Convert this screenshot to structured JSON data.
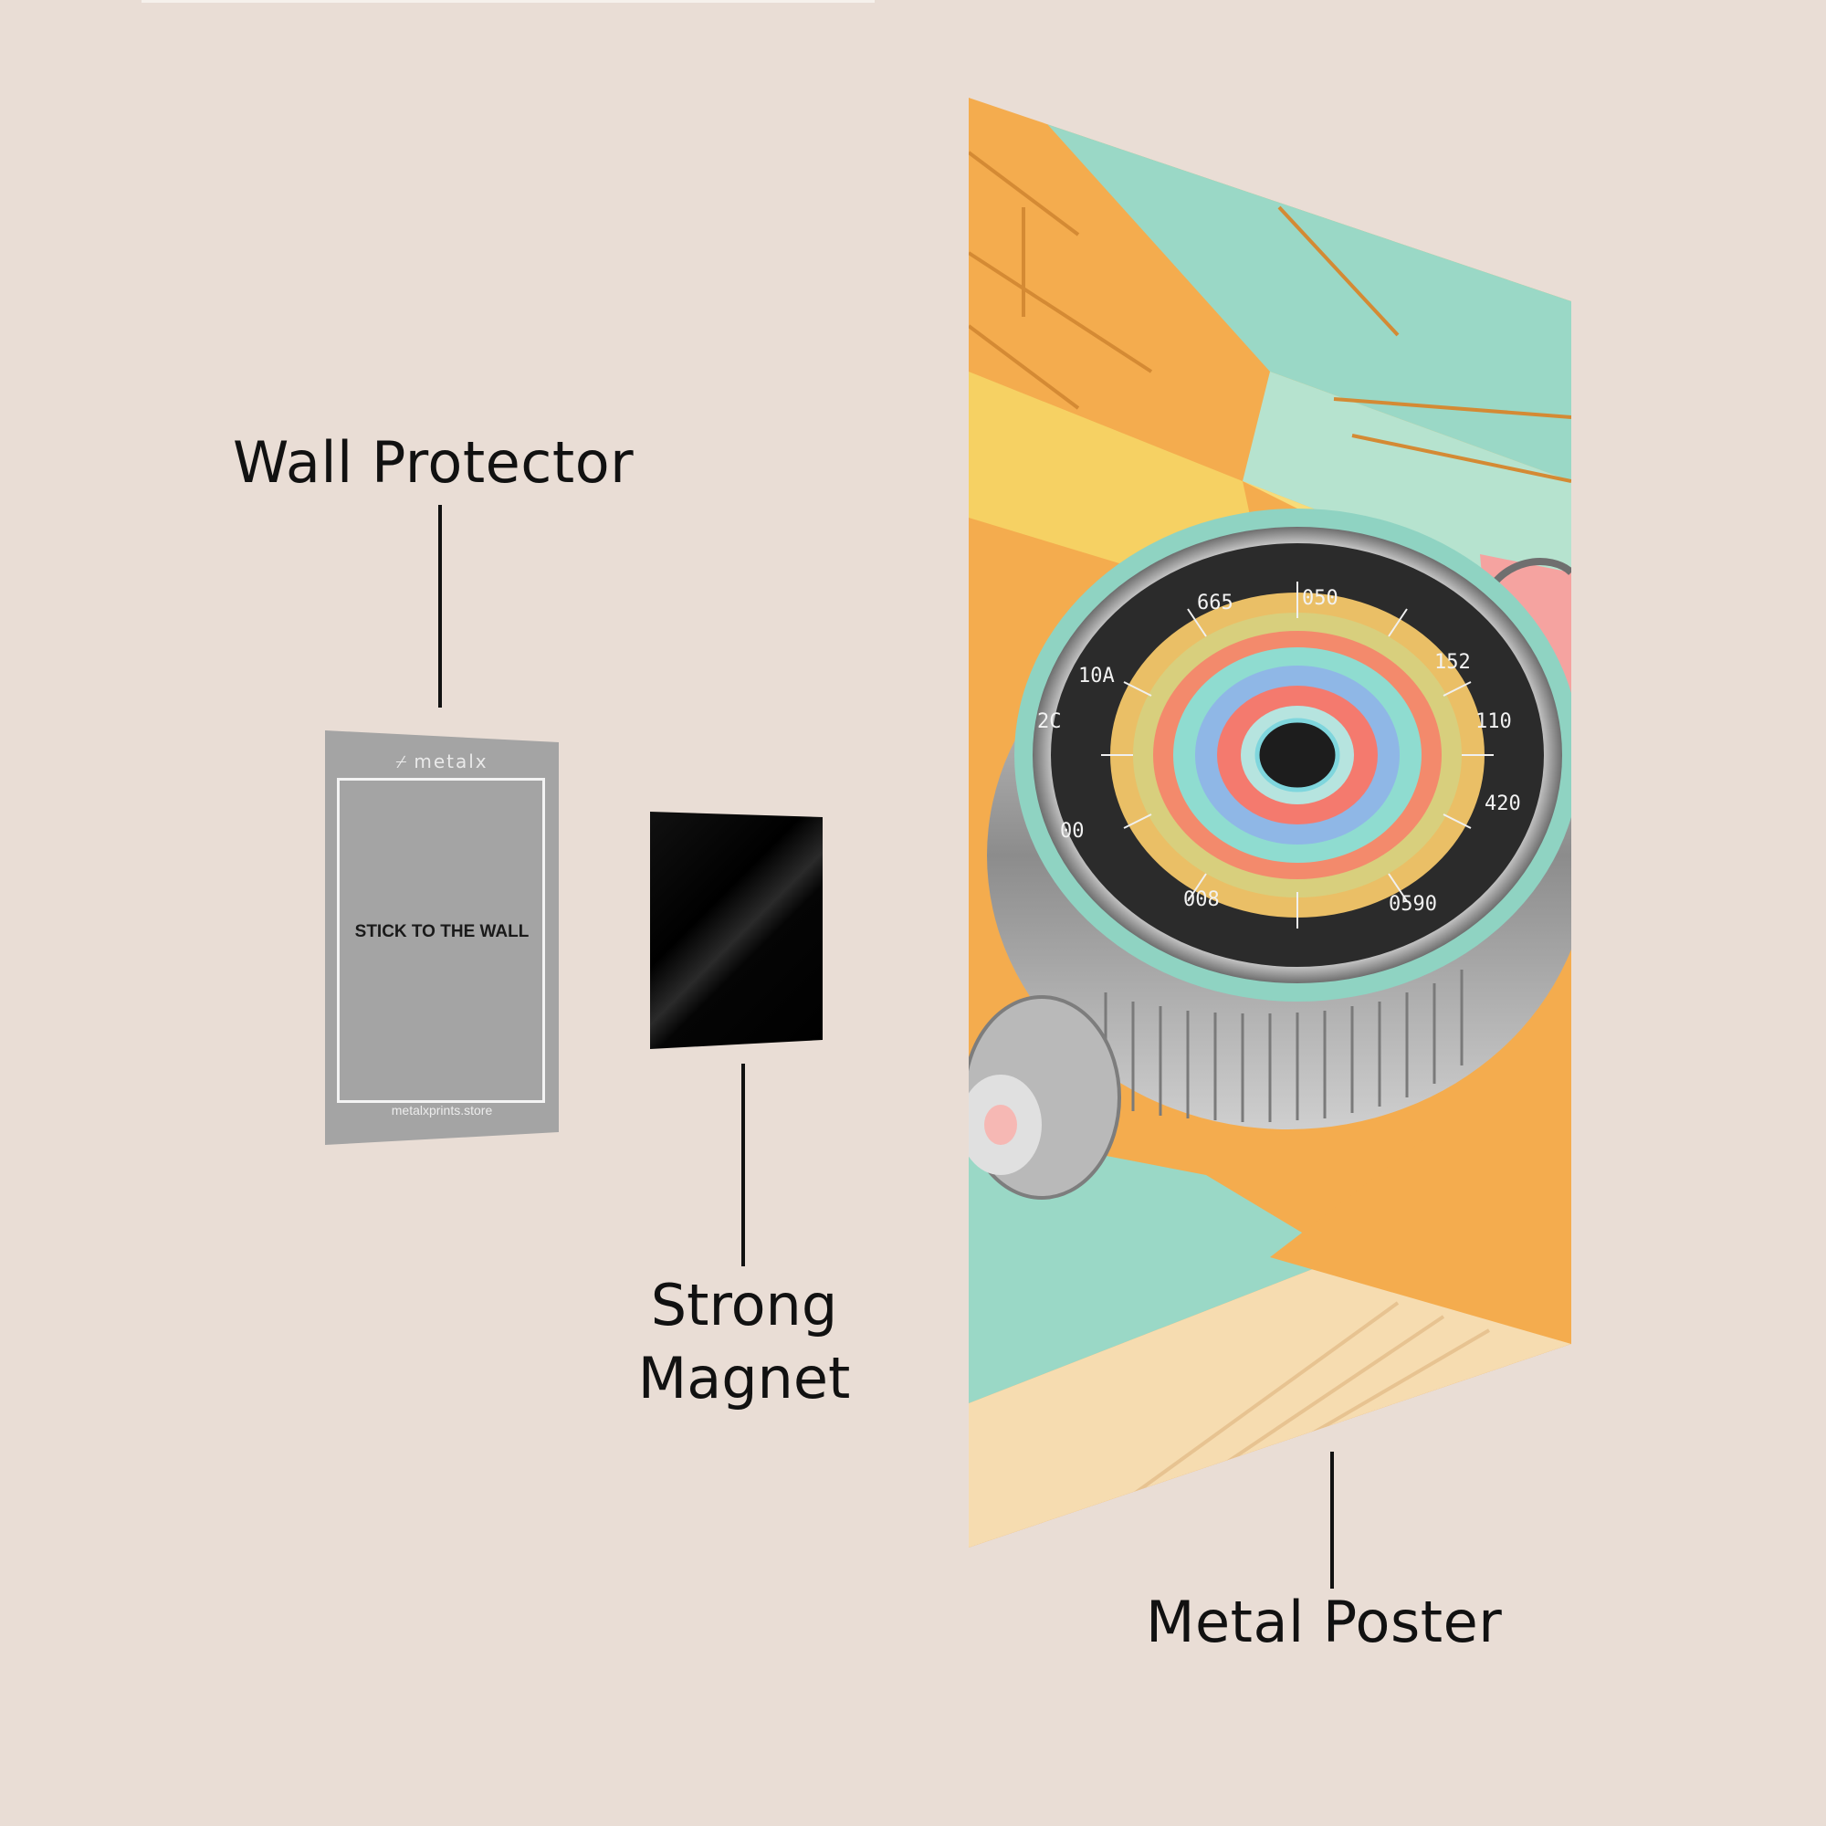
{
  "labels": {
    "wall_protector": "Wall Protector",
    "strong_magnet": "Strong Magnet",
    "metal_poster": "Metal Poster"
  },
  "protector": {
    "brand": "metalx",
    "brand_icon": "metalx-logo-icon",
    "instruction": "STICK TO THE WALL",
    "url": "metalxprints.store"
  },
  "poster": {
    "subject": "pastel dial gauge",
    "dial_labels": [
      "665",
      "050",
      "152",
      "110",
      "420",
      "0590",
      "008",
      "00",
      "2C",
      "10A"
    ]
  },
  "colors": {
    "background": "#e9ddd5",
    "protector": "#a4a4a4",
    "magnet": "#000000",
    "mint": "#9ad8c6",
    "orange": "#f4ac4e",
    "yellow": "#f6d163",
    "pink": "#f5a3a0"
  }
}
